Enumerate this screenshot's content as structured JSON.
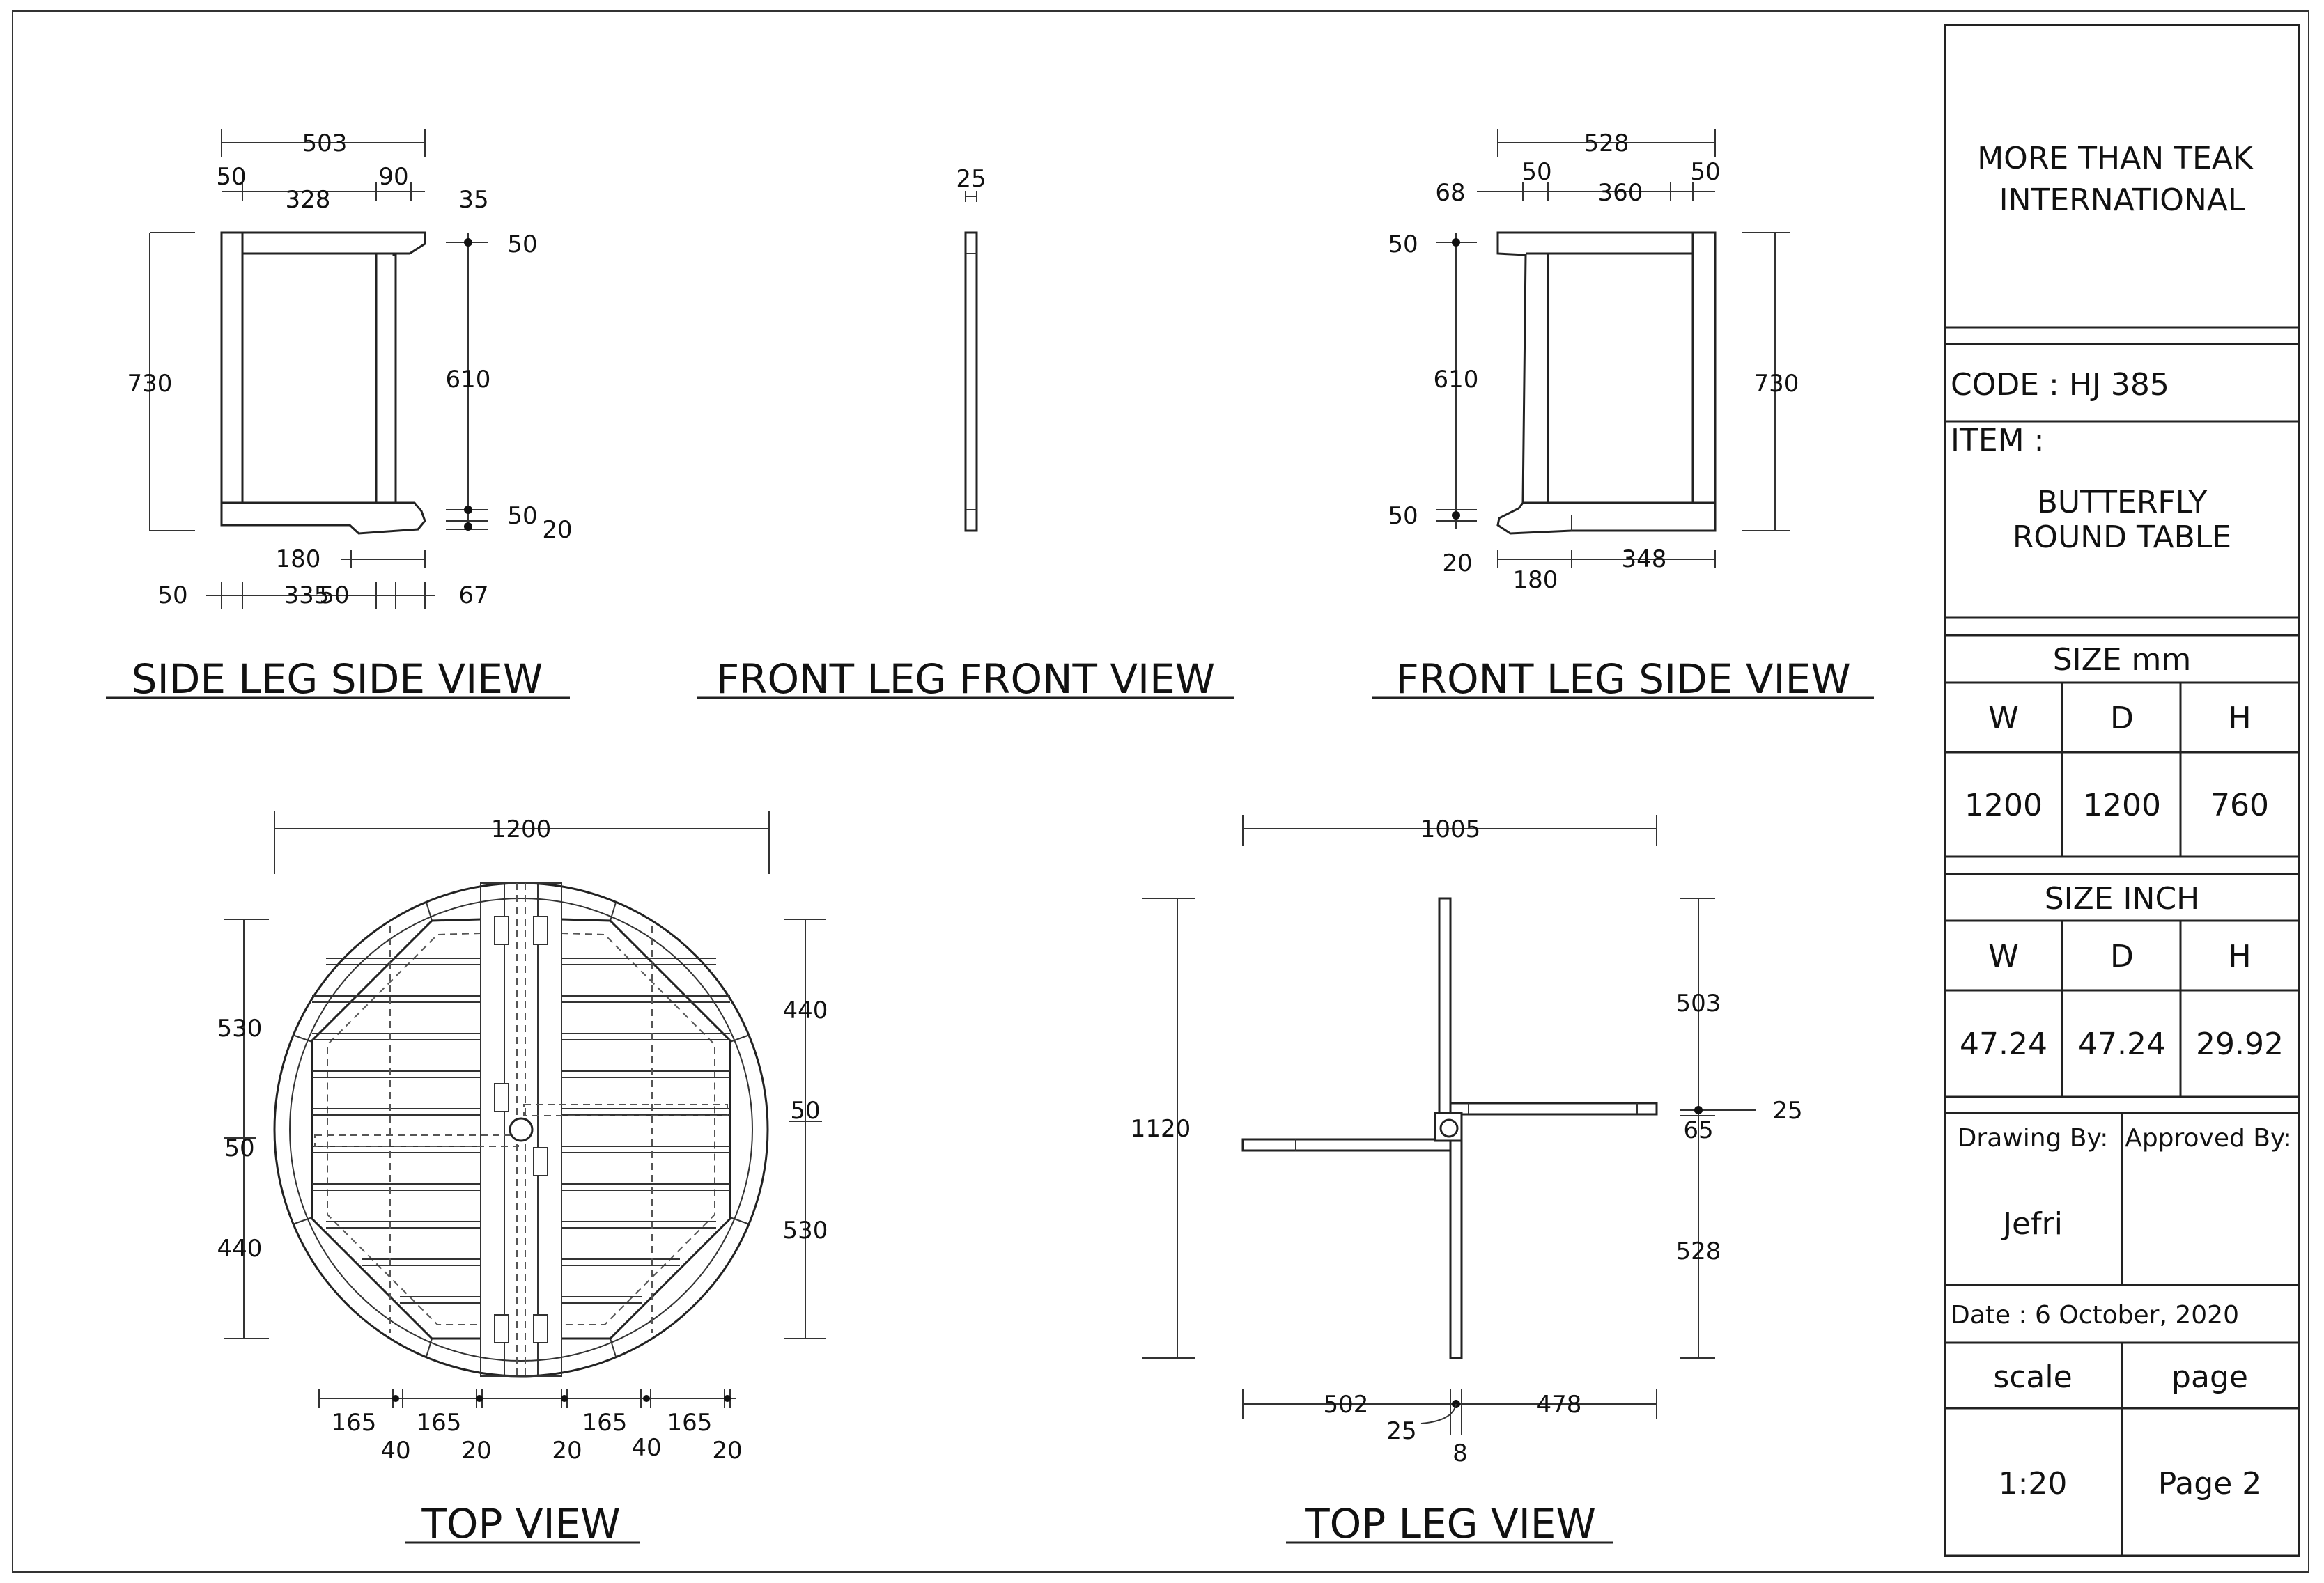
{
  "title_block": {
    "company": [
      "MORE THAN TEAK",
      "INTERNATIONAL"
    ],
    "code": "CODE : HJ 385",
    "item_label": "ITEM :",
    "item_name": [
      "BUTTERFLY",
      "ROUND TABLE"
    ],
    "size_mm": {
      "heading": "SIZE mm",
      "headers": [
        "W",
        "D",
        "H"
      ],
      "values": [
        "1200",
        "1200",
        "760"
      ]
    },
    "size_inch": {
      "heading": "SIZE INCH",
      "headers": [
        "W",
        "D",
        "H"
      ],
      "values": [
        "47.24",
        "47.24",
        "29.92"
      ]
    },
    "drawing_by_label": "Drawing By:",
    "approved_by_label": "Approved By:",
    "drawing_by": "Jefri",
    "date": "Date : 6 October, 2020",
    "scale_label": "scale",
    "page_label": "page",
    "scale": "1:20",
    "page": "Page 2"
  },
  "views": {
    "side_leg_side": {
      "title": "SIDE LEG SIDE VIEW",
      "dims": [
        "503",
        "50",
        "328",
        "90",
        "35",
        "730",
        "50",
        "610",
        "50",
        "20",
        "180",
        "50",
        "335",
        "50",
        "67"
      ]
    },
    "front_leg_front": {
      "title": "FRONT LEG FRONT VIEW",
      "dims": [
        "25"
      ]
    },
    "front_leg_side": {
      "title": "FRONT LEG SIDE VIEW",
      "dims": [
        "528",
        "68",
        "50",
        "360",
        "50",
        "50",
        "610",
        "730",
        "50",
        "20",
        "180",
        "348"
      ]
    },
    "top": {
      "title": "TOP VIEW",
      "dims": [
        "1200",
        "530",
        "50",
        "440",
        "440",
        "50",
        "530",
        "165",
        "40",
        "165",
        "20",
        "20",
        "165",
        "40",
        "165",
        "20"
      ]
    },
    "top_leg": {
      "title": "TOP LEG VIEW",
      "dims": [
        "1005",
        "1120",
        "503",
        "25",
        "65",
        "528",
        "502",
        "478",
        "25",
        "8"
      ]
    }
  }
}
